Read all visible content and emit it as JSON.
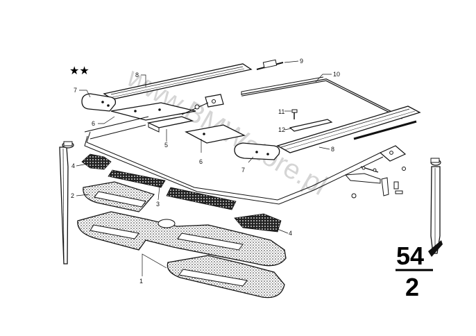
{
  "callouts": [
    "1",
    "2",
    "3",
    "4",
    "4",
    "5",
    "6",
    "6",
    "7",
    "7",
    "8",
    "8",
    "9",
    "10",
    "11",
    "12"
  ],
  "stars": "★★",
  "watermark": "www.BMWstore.pl",
  "group": {
    "main": "54",
    "sub": "2"
  }
}
